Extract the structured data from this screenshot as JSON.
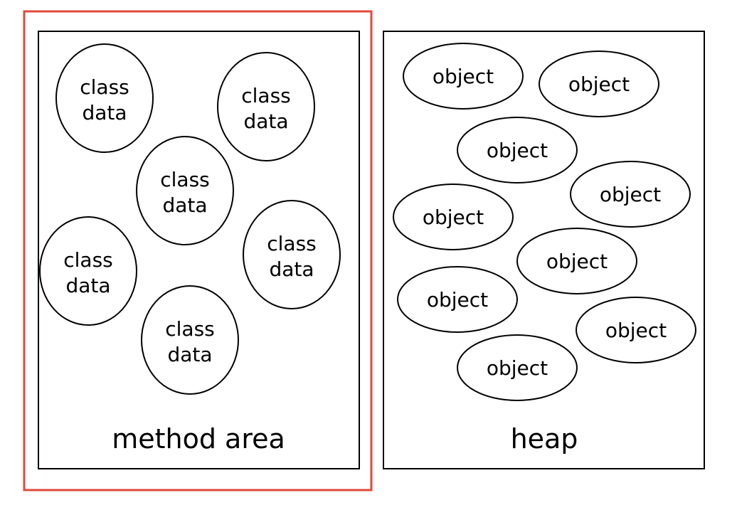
{
  "colors": {
    "highlight": "#e04a3a",
    "stroke": "#000000",
    "background": "#ffffff"
  },
  "method_area": {
    "title": "method area",
    "highlighted": true,
    "items": [
      {
        "line1": "class",
        "line2": "data"
      },
      {
        "line1": "class",
        "line2": "data"
      },
      {
        "line1": "class",
        "line2": "data"
      },
      {
        "line1": "class",
        "line2": "data"
      },
      {
        "line1": "class",
        "line2": "data"
      },
      {
        "line1": "class",
        "line2": "data"
      }
    ]
  },
  "heap": {
    "title": "heap",
    "items": [
      {
        "label": "object"
      },
      {
        "label": "object"
      },
      {
        "label": "object"
      },
      {
        "label": "object"
      },
      {
        "label": "object"
      },
      {
        "label": "object"
      },
      {
        "label": "object"
      },
      {
        "label": "object"
      },
      {
        "label": "object"
      }
    ]
  }
}
